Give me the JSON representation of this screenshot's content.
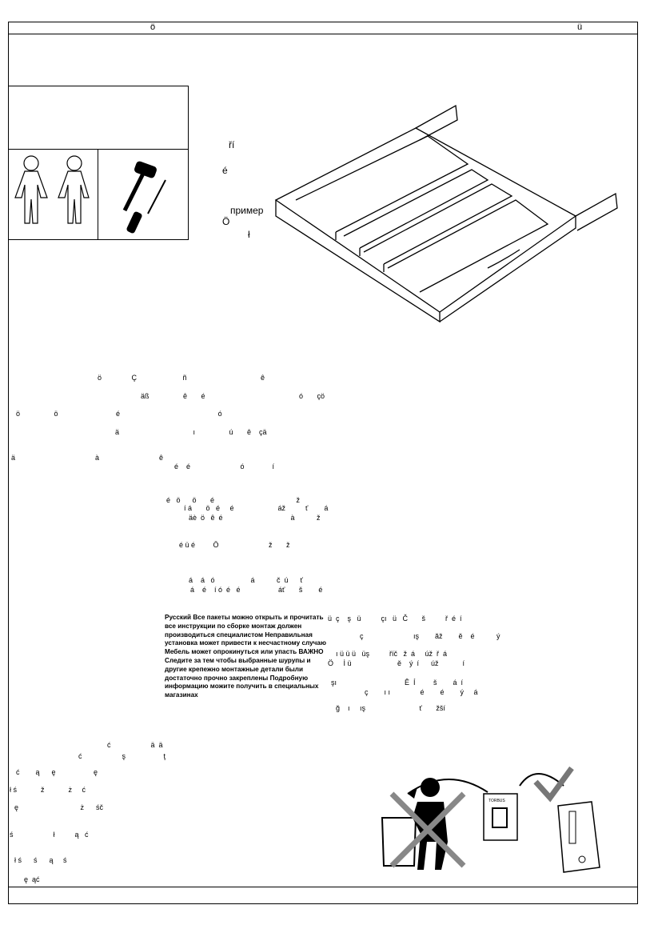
{
  "header": {
    "left_mark": "ö",
    "right_mark": "ü"
  },
  "side_labels": [
    "ří",
    "é",
    "пример",
    "Ö",
    "ł"
  ],
  "russian_note": "Русский  Все пакеты можно открыть и прочитать все инструкции по сборке  монтаж должен производиться специалистом  Неправильная установка может привести к несчастному случаю  Мебель может опрокинуться или упасть ВАЖНО Следите за тем  чтобы выбранные шурупы и другие крепежно монтажные детали были достаточно  прочно закреплены  Подробную информацию можите получить в специальных магазинах",
  "recycle_doc_label": "TORBUS",
  "icons": [
    "two-persons-icon",
    "hammer-icon",
    "screwdriver-icon",
    "no-litter-icon",
    "recycle-arrow-icon",
    "document-icon",
    "checkmark-icon",
    "folder-binder-icon"
  ]
}
